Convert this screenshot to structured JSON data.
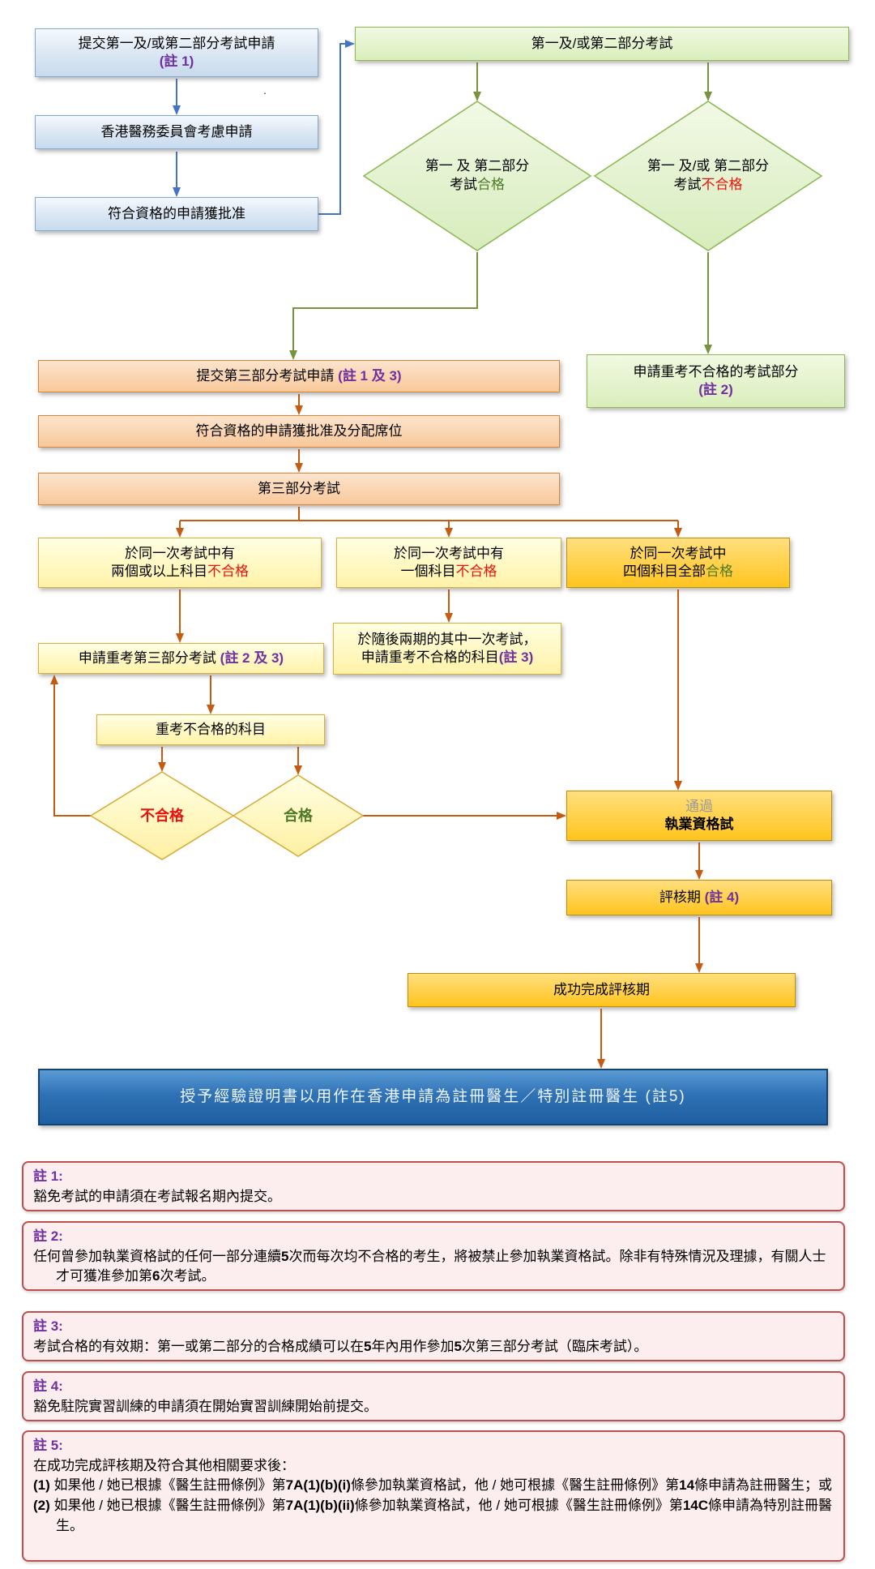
{
  "colors": {
    "accent_purple": "#7030A0",
    "fail_red": "#E8130C",
    "pass_green": "#4E7A27",
    "note_border_red": "#BF4E4E",
    "flow_arrow_blue": "#4472C4",
    "flow_arrow_green": "#77933C",
    "flow_arrow_orange": "#C55A11",
    "gold_fill": "#FFC41E",
    "certificate_blue": "#2F72B5"
  },
  "stray_dot": ".",
  "nodes": {
    "submit_part12": {
      "text": "提交第一及/或第二部分考試申請",
      "note": "(註 1)"
    },
    "council": {
      "text": "香港醫務委員會考慮申請"
    },
    "approved12": {
      "text": "符合資格的申請獲批准"
    },
    "exam12": {
      "text": "第一及/或第二部分考試"
    },
    "pass12": {
      "line1": "第一 及 第二部分",
      "line2": [
        {
          "t": "考試"
        },
        {
          "t": "合格",
          "c": "green"
        }
      ]
    },
    "fail12": {
      "line1": "第一 及/或 第二部分",
      "line2": [
        {
          "t": "考試"
        },
        {
          "t": "不合格",
          "c": "red"
        }
      ]
    },
    "submit_part3": {
      "line": [
        {
          "t": "提交第三部分考試申請 "
        },
        {
          "t": "(註 1 及 3)",
          "c": "purple"
        }
      ]
    },
    "retake_failed_part": {
      "text": "申請重考不合格的考試部分",
      "note": "(註 2)"
    },
    "approved_seat": {
      "text": "符合資格的申請獲批准及分配席位"
    },
    "exam_part3": {
      "text": "第三部分考試"
    },
    "fail_two": {
      "line1": "於同一次考試中有",
      "line2": [
        {
          "t": "兩個或以上科目"
        },
        {
          "t": "不合格",
          "c": "red"
        }
      ]
    },
    "fail_one": {
      "line1": "於同一次考試中有",
      "line2": [
        {
          "t": "一個科目"
        },
        {
          "t": "不合格",
          "c": "red"
        }
      ]
    },
    "pass_four": {
      "line1": "於同一次考試中",
      "line2": [
        {
          "t": "四個科目全部"
        },
        {
          "t": "合格",
          "c": "green"
        }
      ]
    },
    "retake_next": {
      "line1": "於隨後兩期的其中一次考試，",
      "line2": [
        {
          "t": "申請重考不合格的科目"
        },
        {
          "t": "(註 3)",
          "c": "purple"
        }
      ]
    },
    "retake_part3": {
      "line": [
        {
          "t": "申請重考第三部分考試 "
        },
        {
          "t": "(註 2 及 3)",
          "c": "purple"
        }
      ]
    },
    "retake_subjects": {
      "text": "重考不合格的科目"
    },
    "fail_small": {
      "text": "不合格"
    },
    "pass_small": {
      "text": "合格"
    },
    "pass_exam": {
      "line1": "通過",
      "line2": "執業資格試"
    },
    "assessment": {
      "line": [
        {
          "t": "評核期 "
        },
        {
          "t": "(註 4)",
          "c": "purple"
        }
      ]
    },
    "assessment_done": {
      "text": "成功完成評核期"
    },
    "certificate": {
      "text": "授予經驗證明書以用作在香港申請為註冊醫生／特別註冊醫生 (註5)"
    }
  },
  "notes": [
    {
      "title": "註 1:",
      "body": [
        [
          {
            "t": "豁免考試的申請須在考試報名期內提交。"
          }
        ]
      ]
    },
    {
      "title": "註 2:",
      "body": [
        [
          {
            "t": "任何曾參加執業資格試的任何一部分連續"
          },
          {
            "t": "5",
            "c": "b"
          },
          {
            "t": "次而每次均不合格的考生，將被禁止參加執業資格試。除非有特殊情況及理據，有關人士才可獲准參加第"
          },
          {
            "t": "6",
            "c": "b"
          },
          {
            "t": "次考試。"
          }
        ]
      ]
    },
    {
      "title": "註 3:",
      "body": [
        [
          {
            "t": "考試合格的有效期：第一或第二部分的合格成績可以在"
          },
          {
            "t": "5",
            "c": "b"
          },
          {
            "t": "年內用作參加"
          },
          {
            "t": "5",
            "c": "b"
          },
          {
            "t": "次第三部分考試（臨床考試）。"
          }
        ]
      ]
    },
    {
      "title": "註 4:",
      "body": [
        [
          {
            "t": "豁免駐院實習訓練的申請須在開始實習訓練開始前提交。"
          }
        ]
      ]
    },
    {
      "title": "註 5:",
      "body": [
        [
          {
            "t": "在成功完成評核期及符合其他相關要求後："
          }
        ],
        [
          {
            "t": "(1) ",
            "c": "b"
          },
          {
            "t": "如果他 / 她已根據《醫生註冊條例》第"
          },
          {
            "t": "7A(1)(b)(i)",
            "c": "b"
          },
          {
            "t": "條參加執業資格試，他 / 她可根據《醫生註冊條例》第"
          },
          {
            "t": "14",
            "c": "b"
          },
          {
            "t": "條申請為註冊醫生；或"
          }
        ],
        [
          {
            "t": "(2) ",
            "c": "b"
          },
          {
            "t": "如果他 / 她已根據《醫生註冊條例》第"
          },
          {
            "t": "7A(1)(b)(ii)",
            "c": "b"
          },
          {
            "t": "條參加執業資格試，他 / 她可根據《醫生註冊條例》第"
          },
          {
            "t": "14C",
            "c": "b"
          },
          {
            "t": "條申請為特別註冊醫生。"
          }
        ]
      ]
    }
  ]
}
